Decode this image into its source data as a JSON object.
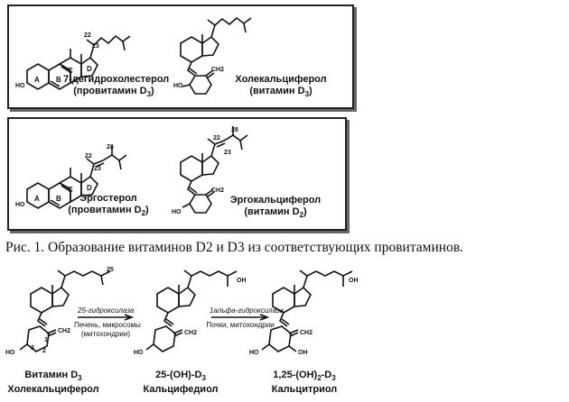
{
  "panel1": {
    "left_name": "7-дегидрохолестерол",
    "left_sub": "(провитамин D",
    "left_sub_index": "3",
    "right_name": "Холекальциферол",
    "right_sub": "(витамин D",
    "right_sub_index": "3",
    "ring_labels": [
      "A",
      "B",
      "C",
      "D"
    ],
    "carbon_labels": [
      "22",
      "23"
    ],
    "ho": "HO",
    "ch2": "CH2"
  },
  "panel2": {
    "left_name": "Эргостерол",
    "left_sub": "(провитамин D",
    "left_sub_index": "2",
    "right_name": "Эргокальциферол",
    "right_sub": "(витамин D",
    "right_sub_index": "2",
    "ring_labels": [
      "A",
      "B",
      "C",
      "D"
    ],
    "carbon_labels_left": [
      "28",
      "22",
      "23"
    ],
    "carbon_labels_right": [
      "28",
      "22",
      "23"
    ],
    "ho": "HO",
    "ch2": "CH2"
  },
  "caption": "Рис. 1. Образование витаминов D2 и D3 из соответствующих провитаминов.",
  "pathway": {
    "step1_enzyme": "25-гидроксилаза",
    "step1_location": "Печень, микросомы",
    "step1_location2": "(митохондрии)",
    "step2_enzyme": "1альфа-гидроксилаза",
    "step2_location": "Почки, митохондрии",
    "c25": "25",
    "oh": "OH",
    "ho": "HO",
    "ch2": "CH2",
    "ring_numbers": [
      "3",
      "1",
      "2"
    ],
    "compound1_line1": "Витамин D",
    "compound1_line1_index": "3",
    "compound1_line2": "Холекальциферол",
    "compound2_line1": "25-(OH)-D",
    "compound2_line1_index": "3",
    "compound2_line2": "Кальцифедиол",
    "compound3_line1": "1,25-(OH)",
    "compound3_line1_index": "2",
    "compound3_line1_tail": "-D",
    "compound3_line1_index2": "3",
    "compound3_line2": "Кальцитриол"
  }
}
